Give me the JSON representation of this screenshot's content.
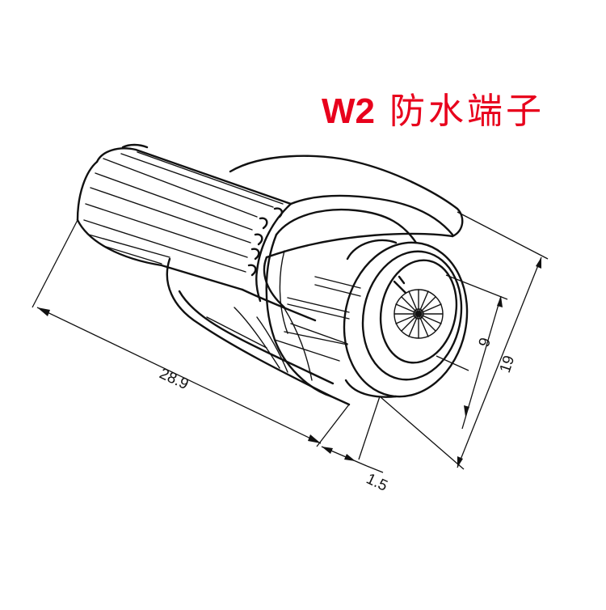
{
  "title": {
    "code": "W2",
    "name": "防水端子",
    "color": "#e8001c"
  },
  "dimensions": {
    "length": "28.9",
    "offset": "1.5",
    "inner_diameter": "9",
    "outer_diameter": "19"
  }
}
